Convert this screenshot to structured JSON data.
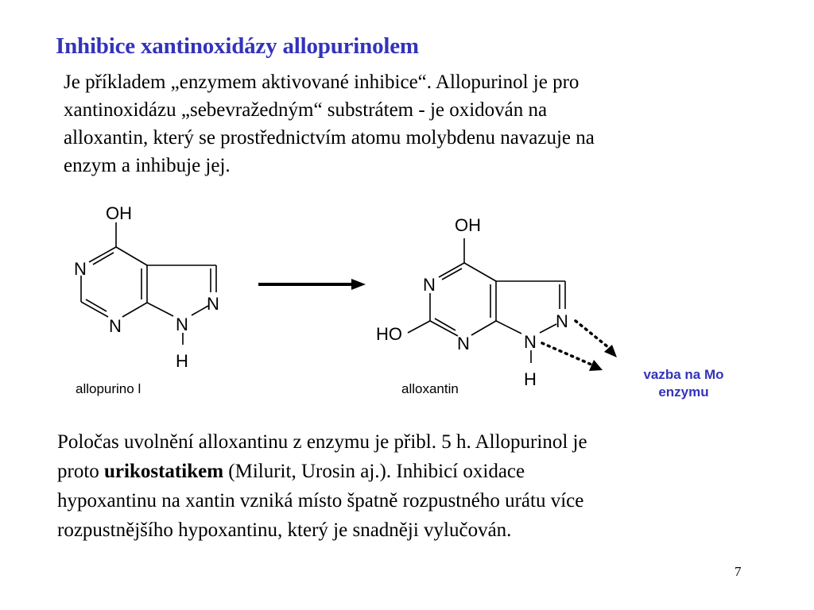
{
  "slide": {
    "title": "Inhibice xantinoxidázy allopurinolem",
    "intro_lines": [
      "Je příkladem „enzymem aktivované inhibice“. Allopurinol je pro",
      "xantinoxidázu „sebevražedným“ substrátem - je oxidován na",
      "alloxantin, který se prostřednictvím atomu molybdenu navazuje na",
      "enzym a inhibuje jej."
    ],
    "outro": {
      "line1": "Poločas uvolnění alloxantinu z enzymu je přibl. 5 h. Allopurinol je",
      "line2_before": "proto ",
      "line2_bold": "urikostatikem",
      "line2_after": " (Milurit, Urosin aj.). Inhibicí oxidace",
      "line3": "hypoxantinu na xantin vzniká místo špatně rozpustného urátu více",
      "line4": "rozpustnějšího hypoxantinu, který je snadněji vylučován."
    },
    "page_number": "7"
  },
  "diagram": {
    "molecule_1": {
      "name": "allopurino l",
      "atoms": {
        "oh": "OH",
        "n1": "N",
        "n3": "N",
        "n_pyrazole": "N",
        "nh_n": "N",
        "nh_h": "H"
      }
    },
    "reaction_arrow": "right-arrow",
    "molecule_2": {
      "name": "alloxantin",
      "atoms": {
        "oh_top": "OH",
        "ho_left": "HO",
        "n1": "N",
        "n3": "N",
        "n_pyrazole": "N",
        "nh_n": "N",
        "nh_h": "H"
      }
    },
    "binding_note_line1": "vazba na Mo",
    "binding_note_line2": "enzymu",
    "colors": {
      "title": "#3333bb",
      "binding_note": "#3333bb",
      "text": "#000000"
    }
  }
}
